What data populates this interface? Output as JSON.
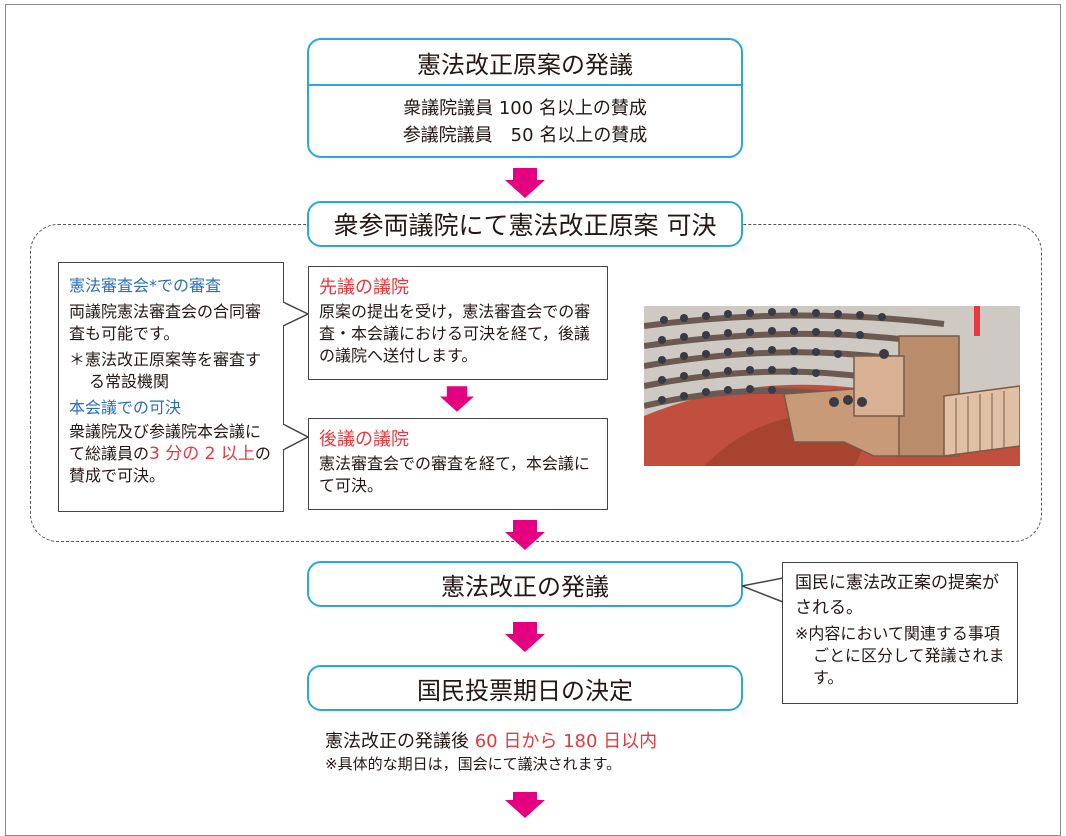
{
  "step1": {
    "title": "憲法改正原案の発議",
    "line1": "衆議院議員 100 名以上の賛成",
    "line2": "参議院議員　50 名以上の賛成"
  },
  "step2": {
    "title": "衆参両議院にて憲法改正原案 可決"
  },
  "left_note": {
    "h1": "憲法審査会*での審査",
    "p1": "両議院憲法審査会の合同審査も可能です。",
    "footnote": "＊憲法改正原案等を審査する常設機関",
    "h2": "本会議での可決",
    "p2a": "衆議院及び参議院本会議にて総議員の",
    "p2b": "3 分の 2 以上",
    "p2c": "の賛成で可決。"
  },
  "first_house": {
    "title": "先議の議院",
    "text": "原案の提出を受け，憲法審査会での審査・本会議における可決を経て，後議の議院へ送付します。"
  },
  "second_house": {
    "title": "後議の議院",
    "text": "憲法審査会での審査を経て，本会議にて可決。"
  },
  "step3": {
    "title": "憲法改正の発議"
  },
  "right_note": {
    "main": "国民に憲法改正案の提案がされる。",
    "sub": "※内容において関連する事項ごとに区分して発議されます。"
  },
  "step4": {
    "title": "国民投票期日の決定"
  },
  "schedule": {
    "prefix": "憲法改正の発議後",
    "period": "60 日から 180 日以内",
    "note": "※具体的な期日は，国会にて議決されます。"
  },
  "colors": {
    "accent_blue": "#29a8e0",
    "arrow": "#e4007f",
    "highlight_red": "#e8383d",
    "heading_blue": "#2a6ebb"
  }
}
